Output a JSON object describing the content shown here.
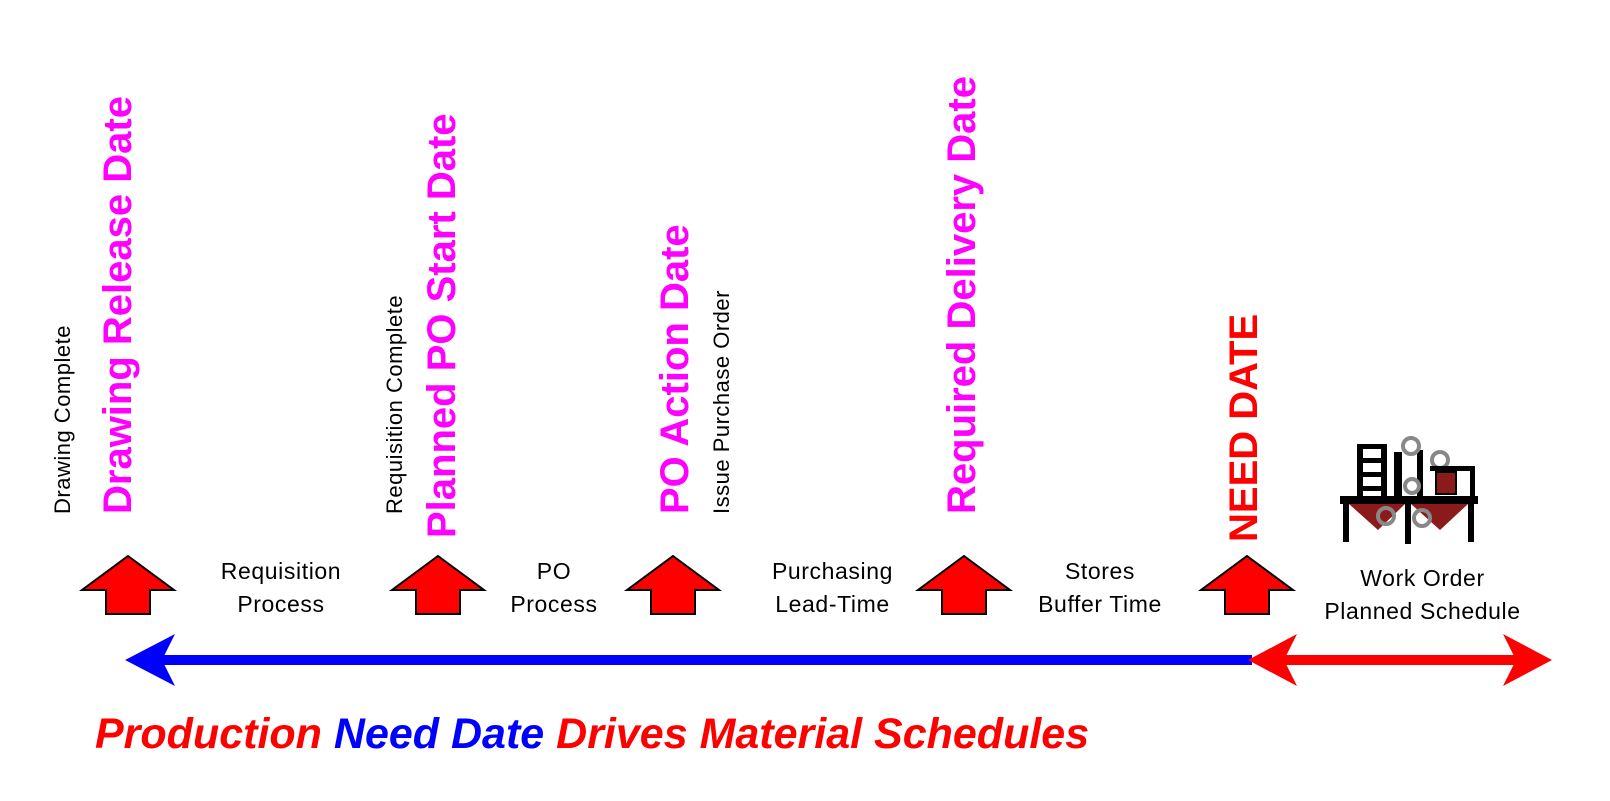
{
  "colors": {
    "milestone": "#ff00ff",
    "need_date": "#ff0000",
    "arrow_fill": "#ff0000",
    "blue_line": "#0000ff",
    "red_line": "#ff0000"
  },
  "milestones": [
    {
      "small": "Drawing Complete",
      "big": "Drawing Release Date"
    },
    {
      "small": "Requisition Complete",
      "big": "Planned PO Start Date"
    },
    {
      "small": "Issue Purchase Order",
      "big": "PO Action Date"
    },
    {
      "big": "Required Delivery Date"
    },
    {
      "big": "NEED DATE"
    }
  ],
  "intervals": [
    {
      "line1": "Requisition",
      "line2": "Process"
    },
    {
      "line1": "PO",
      "line2": "Process"
    },
    {
      "line1": "Purchasing",
      "line2": "Lead-Time"
    },
    {
      "line1": "Stores",
      "line2": "Buffer Time"
    },
    {
      "line1": "Work Order",
      "line2": "Planned Schedule"
    }
  ],
  "slogan": {
    "part1": "Production",
    "part2": "Need Date",
    "part3": "Drives Material Schedules"
  },
  "icons": {
    "milestone_marker": "up-arrow-icon",
    "production": "machine-icon"
  }
}
